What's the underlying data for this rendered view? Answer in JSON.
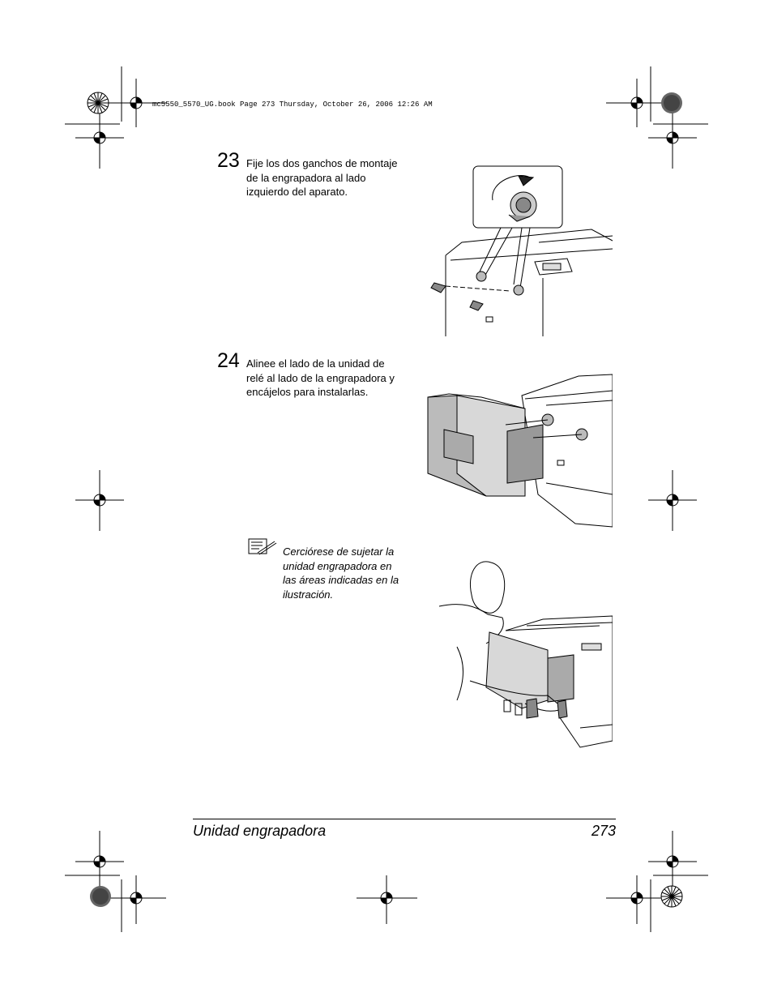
{
  "header": {
    "file_info": "mc5550_5570_UG.book  Page 273  Thursday, October 26, 2006  12:26 AM"
  },
  "steps": [
    {
      "number": "23",
      "text_lines": [
        "Fije los dos ganchos de montaje",
        "de la engrapadora al lado",
        "izquierdo del aparato."
      ]
    },
    {
      "number": "24",
      "text_lines": [
        "Alinee el lado de la unidad de",
        "relé al lado de la engrapadora y",
        "encájelos para instalarlas."
      ]
    }
  ],
  "note": {
    "icon": "note-pad-icon",
    "text_lines": [
      "Cerciórese de sujetar la",
      "unidad engrapadora en",
      "las áreas indicadas en la",
      "ilustración."
    ]
  },
  "footer": {
    "title": "Unidad engrapadora",
    "page_number": "273"
  }
}
